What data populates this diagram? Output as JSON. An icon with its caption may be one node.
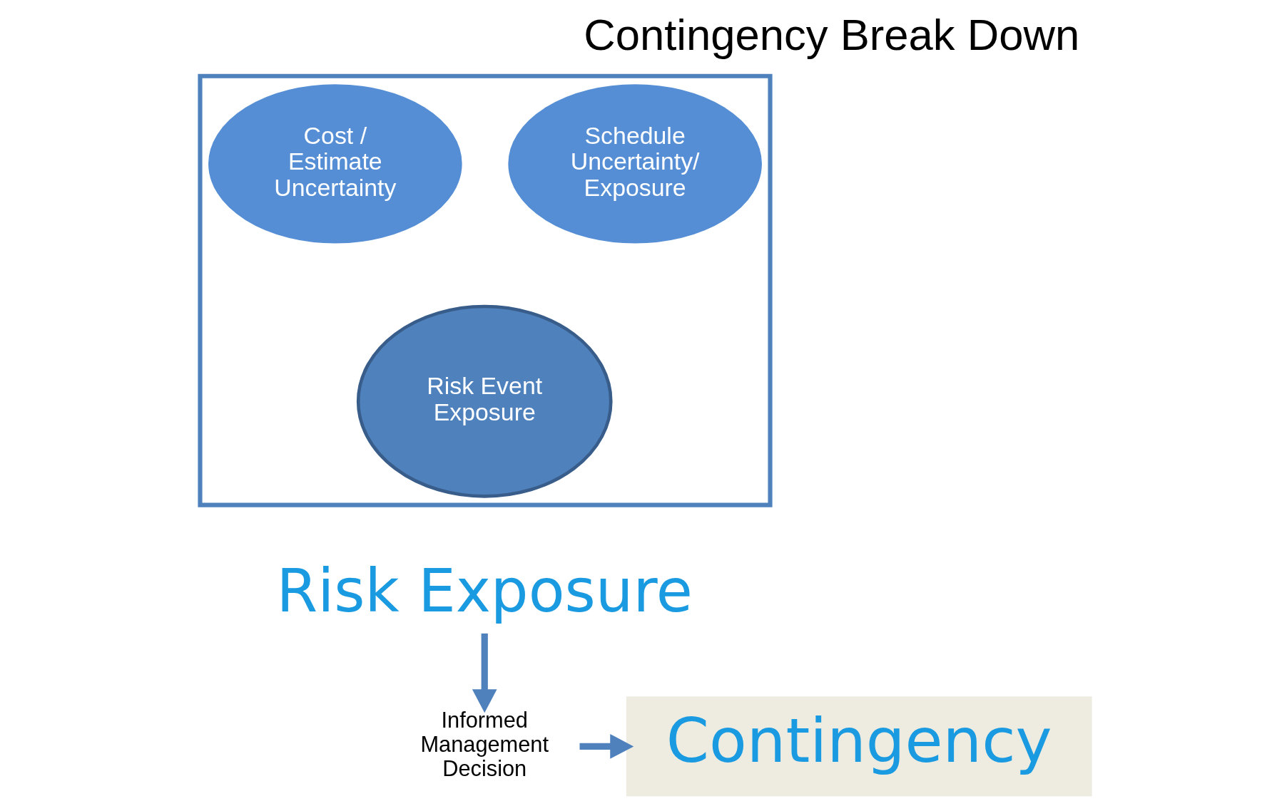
{
  "diagram": {
    "title": "Contingency Break Down",
    "nodes": [
      {
        "text": [],
        "shape": "funnel"
      },
      {
        "text": [
          "Cost / Estimate Uncertainty"
        ],
        "in": 0
      },
      {
        "text": [
          "Schedule Uncertainty/ Exposure"
        ],
        "in": 0
      },
      {
        "text": [
          "Risk Event Exposure"
        ],
        "in": 0
      },
      {
        "text": [
          "Risk Exposure"
        ]
      },
      {
        "text": [
          "Informed Management Decision"
        ]
      },
      {
        "text": [
          "Contingency"
        ]
      }
    ],
    "edges": [
      {
        "from": 4,
        "to": 5,
        "arrow": "to"
      },
      {
        "from": 5,
        "to": 6,
        "arrow": "to"
      }
    ]
  }
}
